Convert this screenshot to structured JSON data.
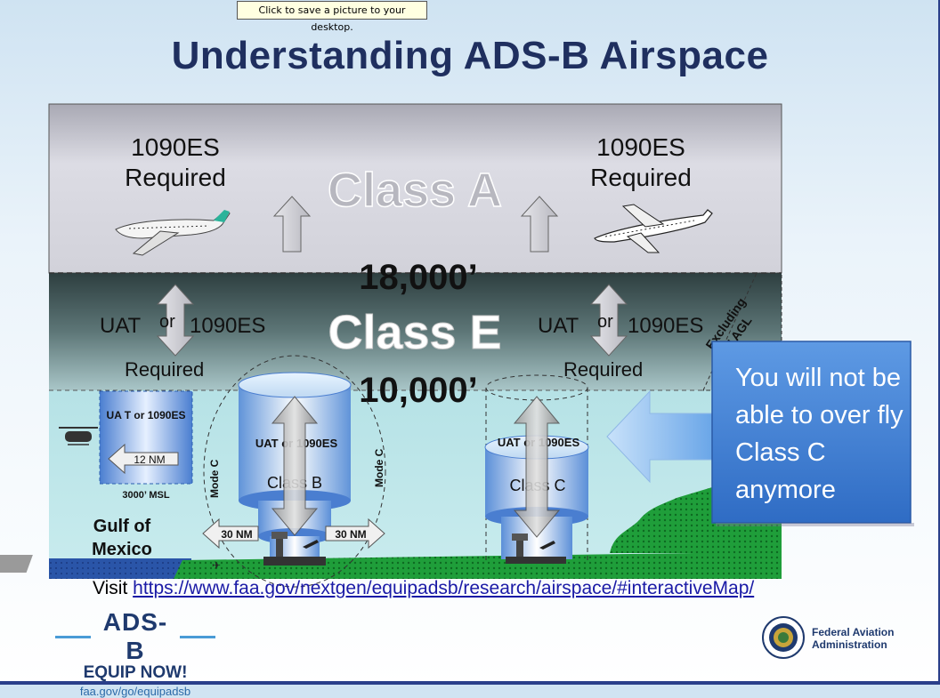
{
  "tooltip": "Click to save a picture to your desktop.",
  "title": "Understanding ADS-B Airspace",
  "diagram": {
    "class_a": "Class A",
    "class_e": "Class E",
    "alt_18000": "18,000’",
    "alt_10000": "10,000’",
    "left_req_1": "1090ES",
    "left_req_2": "Required",
    "right_req_1": "1090ES",
    "right_req_2": "Required",
    "e_left_uat": "UAT",
    "e_left_or": "or",
    "e_left_1090": "1090ES",
    "e_left_req": "Required",
    "e_right_uat": "UAT",
    "e_right_or": "or",
    "e_right_1090": "1090ES",
    "e_right_req": "Required",
    "excluding_1": "Excluding",
    "excluding_2": "0’ AGL",
    "gulf_box_label": "UA T or 1090ES",
    "gulf_nm": "12 NM",
    "gulf_msl": "3000’ MSL",
    "gulf_1": "Gulf of",
    "gulf_2": "Mexico",
    "classb_uat": "UAT or 1090ES",
    "classb_label": "Class B",
    "modec_left": "Mode C",
    "modec_right": "Mode C",
    "nm_left": "30 NM",
    "nm_right": "30 NM",
    "classc_uat": "UAT or 1090ES",
    "classc_label": "Class C"
  },
  "callout": {
    "text": "You will not be able to over fly Class C anymore"
  },
  "visit": {
    "prefix": "Visit",
    "url": "https://www.faa.gov/nextgen/equipadsb/research/airspace/#interactiveMap/"
  },
  "logo": {
    "adsb": "ADS-B",
    "equip": "EQUIP NOW!",
    "url": "faa.gov/go/equipadsb"
  },
  "faa": {
    "line1": "Federal Aviation",
    "line2": "Administration"
  },
  "colors": {
    "title": "#1f2f5f",
    "callout_fill": "#4a86d6",
    "ground": "#1f9e3a",
    "sky_low": "#b4dfe3"
  }
}
